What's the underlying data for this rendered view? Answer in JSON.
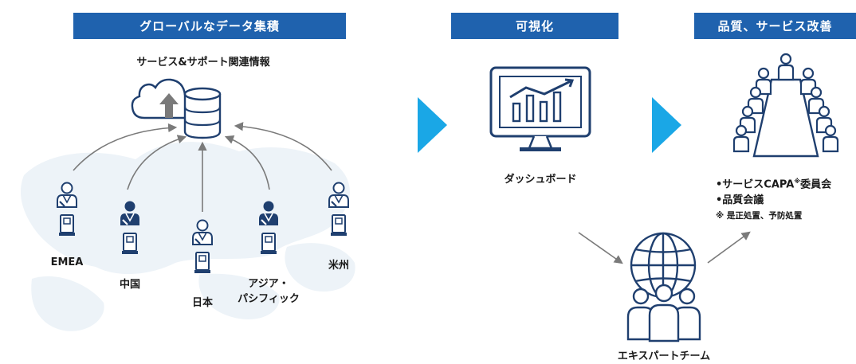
{
  "headers": {
    "global": "グローバルなデータ集積",
    "visualize": "可視化",
    "improve": "品質、サービス改善"
  },
  "source_label": "サービス&サポート関連情報",
  "regions": {
    "emea": "EMEA",
    "china": "中国",
    "japan": "日本",
    "asia_line1": "アジア・",
    "asia_line2": "パシフィック",
    "us": "米州"
  },
  "dashboard_label": "ダッシュボード",
  "improvements": {
    "item1_prefix": "•サービスCAPA",
    "item1_mark": "※",
    "item1_suffix": "委員会",
    "item2": "•品質会議",
    "note": "※ 是正処置、予防処置"
  },
  "expert_label": "エキスパートチーム",
  "colors": {
    "brand": "#1f62ae",
    "accent": "#1aa7e6",
    "icon": "#1f3f6f",
    "map": "#eef4f9"
  }
}
